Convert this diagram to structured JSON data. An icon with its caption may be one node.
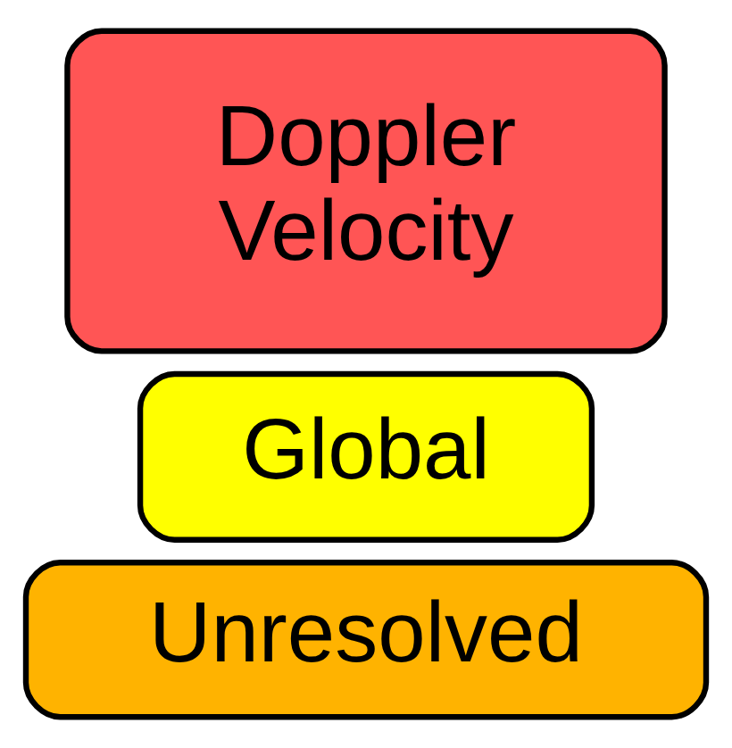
{
  "diagram": {
    "nodes": [
      {
        "text": [
          "Doppler Velocity"
        ]
      },
      {
        "text": [
          "Global"
        ]
      },
      {
        "text": [
          "Unresolved"
        ]
      }
    ]
  }
}
